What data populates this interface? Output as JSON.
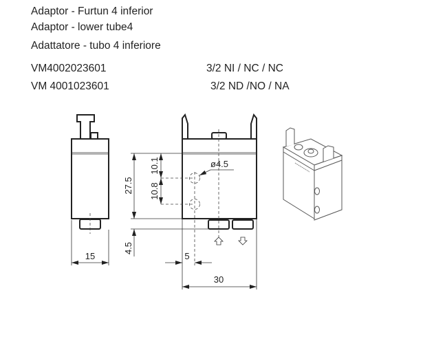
{
  "titles": [
    "Adaptor - Furtun 4 inferior",
    "Adaptor - lower tube4",
    "Adattatore - tubo 4 inferiore"
  ],
  "models": [
    {
      "code": "VM4002023601",
      "function": "3/2 NI /   NC / NC"
    },
    {
      "code": "VM 4001023601",
      "function": "3/2 ND /NO / NA"
    }
  ],
  "dimensions": {
    "width_side": "15",
    "height_total": "27.5",
    "spacing_top": "10.1",
    "spacing_holes": "10.8",
    "hole_diameter": "ø4.5",
    "bottom_offset": "4.5",
    "hole_offset": "5",
    "width_front": "30"
  }
}
